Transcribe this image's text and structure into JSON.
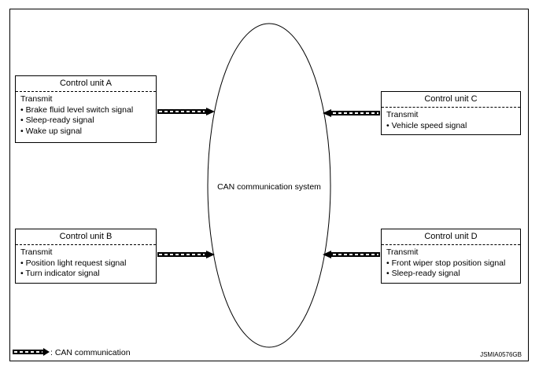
{
  "center": {
    "label": "CAN communication system"
  },
  "units": [
    {
      "title": "Control unit A",
      "section": "Transmit",
      "signals": [
        "Brake fluid level switch signal",
        "Sleep-ready signal",
        "Wake up signal"
      ]
    },
    {
      "title": "Control unit B",
      "section": "Transmit",
      "signals": [
        "Position light request signal",
        "Turn indicator signal"
      ]
    },
    {
      "title": "Control unit C",
      "section": "Transmit",
      "signals": [
        "Vehicle speed signal"
      ]
    },
    {
      "title": "Control unit D",
      "section": "Transmit",
      "signals": [
        "Front wiper stop position signal",
        "Sleep-ready signal"
      ]
    }
  ],
  "legend": {
    "text": ": CAN communication"
  },
  "figure_code": "JSMIA0576GB"
}
